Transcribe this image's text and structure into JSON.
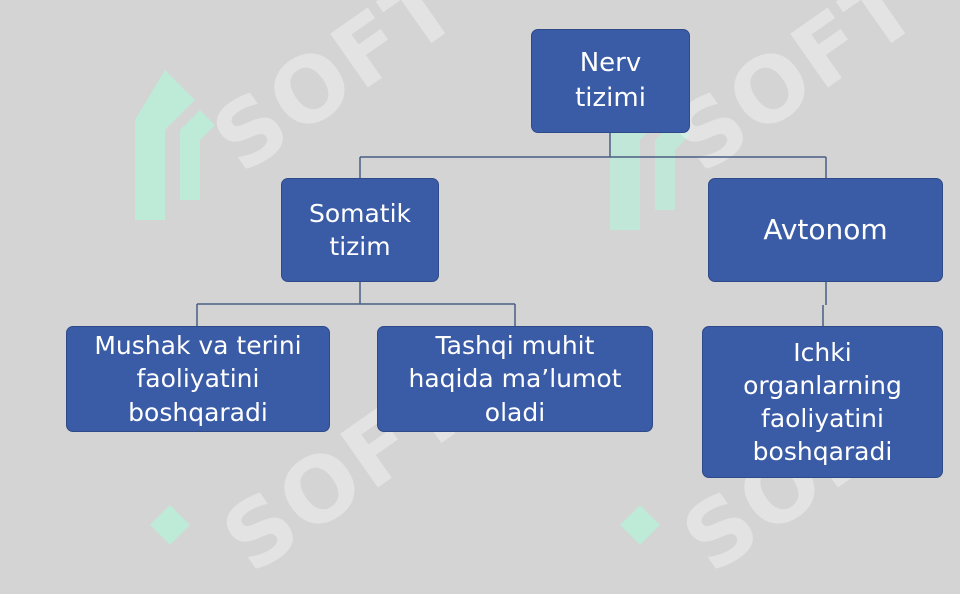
{
  "watermark": {
    "text": "SOFT"
  },
  "colors": {
    "box": "#3a5ba6",
    "line": "#4a5f84",
    "background": "#d4d4d4"
  },
  "nodes": {
    "root": "Nerv\ntizimi",
    "somatic": "Somatik\ntizim",
    "autonomic": "Avtonom",
    "somatic_child_1": "Mushak va terini\nfaoliyatini\nboshqaradi",
    "somatic_child_2": "Tashqi muhit\nhaqida ma’lumot\noladi",
    "autonomic_child_1": "Ichki\norganlarning\nfaoliyatini\nboshqaradi"
  }
}
